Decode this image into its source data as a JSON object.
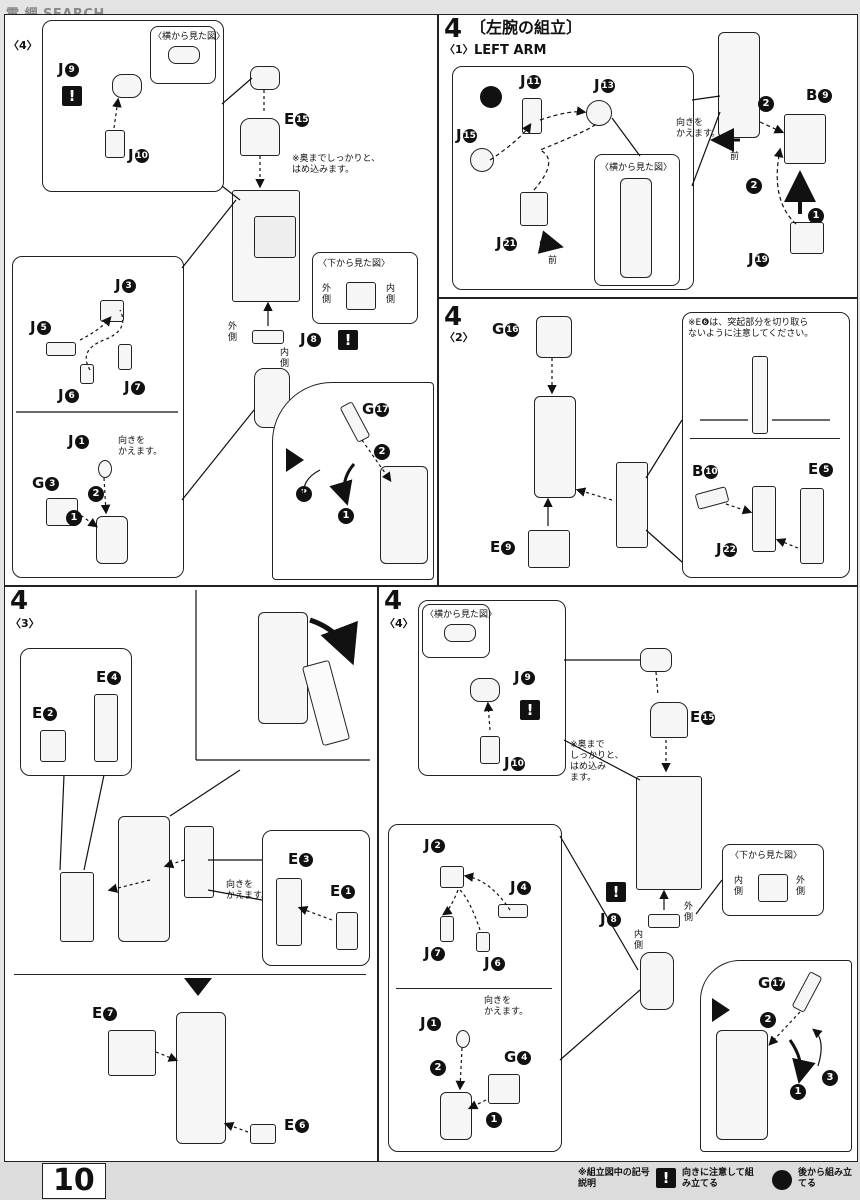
{
  "watermark": "電 網 SEARCH",
  "page_number": "10",
  "footer": {
    "legend_title": "※組立図中の記号説明",
    "legend_warn": "向きに注意して組み立てる",
    "legend_back": "後から組み立てる"
  },
  "panel_top_left": {
    "tag": "〈4〉",
    "callout_side_view": "〈横から見た図〉",
    "j9": "J",
    "j9_num": "9",
    "j10": "J",
    "j10_num": "10",
    "e15": "E",
    "e15_num": "15",
    "note_insert": "※奥までしっかりと、\nはめ込みます。",
    "bottom_view": "〈下から見た図〉",
    "outer": "外\n側",
    "inner": "内\n側",
    "j8": "J",
    "j8_num": "8",
    "j3": "J",
    "j3_num": "3",
    "j5": "J",
    "j5_num": "5",
    "j6": "J",
    "j6_num": "6",
    "j7": "J",
    "j7_num": "7",
    "j1": "J",
    "j1_num": "1",
    "g3": "G",
    "g3_num": "3",
    "turn": "向きを\nかえます。",
    "g17": "G",
    "g17_num": "17",
    "outer2": "外\n側",
    "inner2": "内\n側"
  },
  "panel_left_arm": {
    "step_big": "4",
    "title_jp": "〔左腕の組立〕",
    "tag": "〈1〉",
    "title_en": "LEFT ARM",
    "j11": "J",
    "j11_num": "11",
    "j13": "J",
    "j13_num": "13",
    "j15": "J",
    "j15_num": "15",
    "j21": "J",
    "j21_num": "21",
    "j19": "J",
    "j19_num": "19",
    "b9": "B",
    "b9_num": "9",
    "side_view": "〈横から見た図〉",
    "front": "前",
    "front2": "前",
    "turn": "向きを\nかえます。"
  },
  "panel_2": {
    "step_big": "4",
    "tag": "〈2〉",
    "g16": "G",
    "g16_num": "16",
    "e9": "E",
    "e9_num": "9",
    "b10": "B",
    "b10_num": "10",
    "j22": "J",
    "j22_num": "22",
    "e5": "E",
    "e5_num": "5",
    "note_e6": "※E❻は、突起部分を切り取ら\nないように注意してください。"
  },
  "panel_3": {
    "step_big": "4",
    "tag": "〈3〉",
    "e2": "E",
    "e2_num": "2",
    "e4": "E",
    "e4_num": "4",
    "e3": "E",
    "e3_num": "3",
    "e1": "E",
    "e1_num": "1",
    "e7": "E",
    "e7_num": "7",
    "e6": "E",
    "e6_num": "6",
    "turn": "向きを\nかえます。"
  },
  "panel_4": {
    "step_big": "4",
    "tag": "〈4〉",
    "side_view": "〈横から見た図〉",
    "j9": "J",
    "j9_num": "9",
    "j10": "J",
    "j10_num": "10",
    "e15": "E",
    "e15_num": "15",
    "note_insert": "※奥まで\nしっかりと、\nはめ込み\nます。",
    "bottom_view": "〈下から見た図〉",
    "inner": "内\n側",
    "outer": "外\n側",
    "outer2": "外\n側",
    "inner2": "内\n側",
    "j8": "J",
    "j8_num": "8",
    "j2": "J",
    "j2_num": "2",
    "j4": "J",
    "j4_num": "4",
    "j7": "J",
    "j7_num": "7",
    "j6": "J",
    "j6_num": "6",
    "j1": "J",
    "j1_num": "1",
    "g4": "G",
    "g4_num": "4",
    "g17": "G",
    "g17_num": "17",
    "turn": "向きを\nかえます。"
  }
}
